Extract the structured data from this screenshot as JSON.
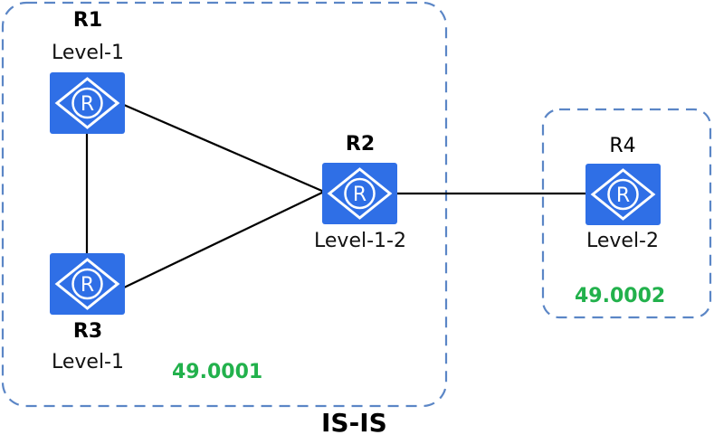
{
  "routers": [
    {
      "id": "R1",
      "name": "R1",
      "level": "Level-1",
      "name_bold": true
    },
    {
      "id": "R2",
      "name": "R2",
      "level": "Level-1-2",
      "name_bold": true
    },
    {
      "id": "R3",
      "name": "R3",
      "level": "Level-1",
      "name_bold": true
    },
    {
      "id": "R4",
      "name": "R4",
      "level": "Level-2",
      "name_bold": false
    }
  ],
  "links": [
    {
      "from": "R1",
      "to": "R2"
    },
    {
      "from": "R1",
      "to": "R3"
    },
    {
      "from": "R3",
      "to": "R2"
    },
    {
      "from": "R2",
      "to": "R4"
    }
  ],
  "areas": {
    "left": "49.0001",
    "right": "49.0002"
  },
  "protocol_label": "IS-IS",
  "router_glyph": "R",
  "colors": {
    "router_fill": "#2f6fe6",
    "router_stroke": "#ffffff",
    "area_border": "#5b86c6",
    "area_text": "#22b14c",
    "link": "#000000"
  }
}
